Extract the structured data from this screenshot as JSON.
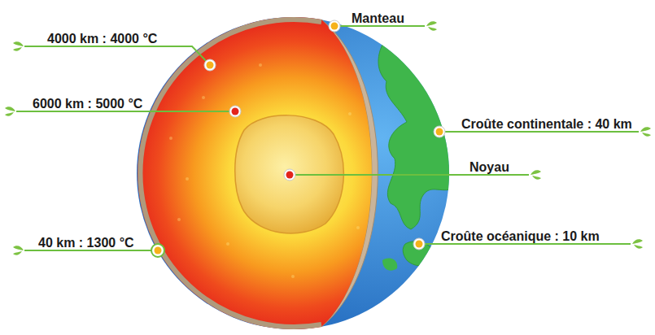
{
  "diagram": {
    "labels": [
      "Manteau",
      "4000 km : 4000 °C",
      "6000 km : 5000 °C",
      "Croûte continentale : 40 km",
      "Noyau",
      "40 km : 1300 °C",
      "Croûte océanique : 10 km"
    ]
  }
}
